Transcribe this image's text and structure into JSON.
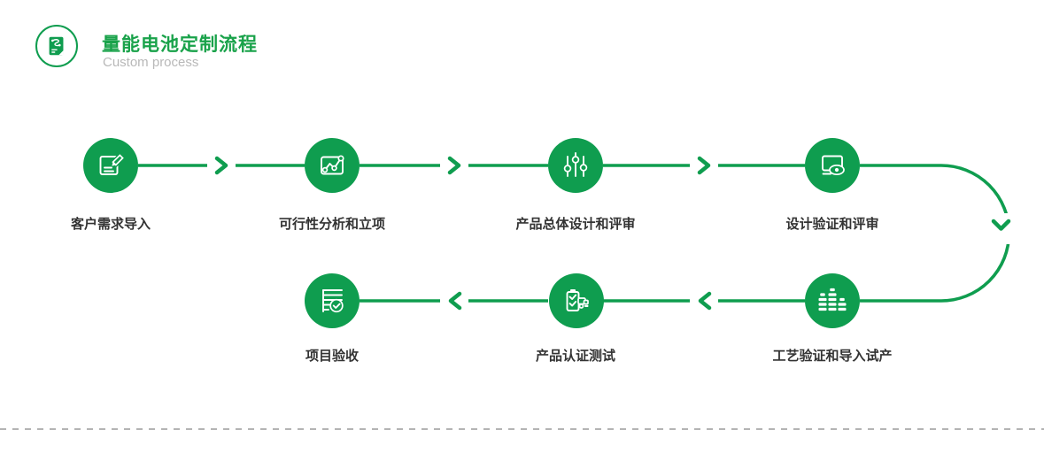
{
  "theme": {
    "accent_green": "#0f9d4f",
    "title_green": "#19a24a",
    "label_color": "#333333",
    "subtitle_color": "#b8b8b8",
    "dash_line_color": "#aaaaaa"
  },
  "header": {
    "title": "量能电池定制流程",
    "subtitle": "Custom process",
    "icon": "process-document-icon"
  },
  "flow": {
    "steps": [
      {
        "order": 1,
        "label": "客户需求导入",
        "icon": "edit-note-icon",
        "row": "top"
      },
      {
        "order": 2,
        "label": "可行性分析和立项",
        "icon": "trend-chart-icon",
        "row": "top"
      },
      {
        "order": 3,
        "label": "产品总体设计和评审",
        "icon": "sliders-icon",
        "row": "top"
      },
      {
        "order": 4,
        "label": "设计验证和评审",
        "icon": "monitor-eye-icon",
        "row": "top"
      },
      {
        "order": 5,
        "label": "工艺验证和导入试产",
        "icon": "equalizer-bars-icon",
        "row": "bottom"
      },
      {
        "order": 6,
        "label": "产品认证测试",
        "icon": "battery-check-truck-icon",
        "row": "bottom"
      },
      {
        "order": 7,
        "label": "项目验收",
        "icon": "document-check-icon",
        "row": "bottom"
      }
    ]
  }
}
